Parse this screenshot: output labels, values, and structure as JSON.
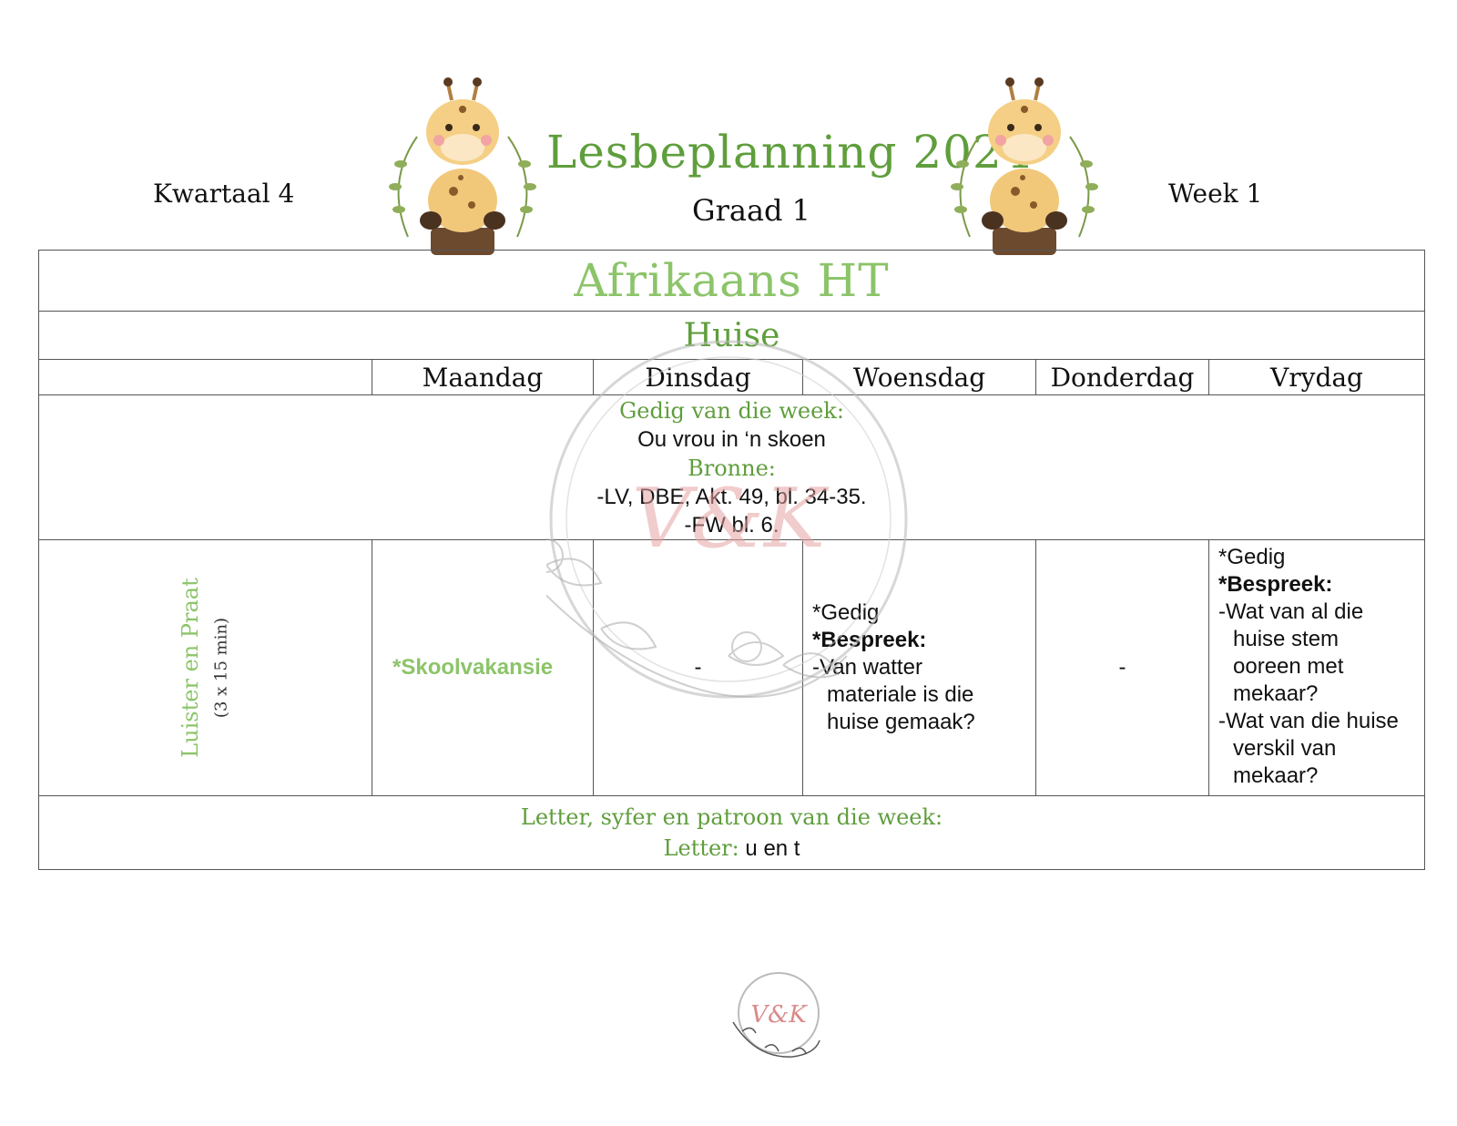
{
  "header": {
    "kwartaal": "Kwartaal 4",
    "title": "Lesbeplanning 2024",
    "graad": "Graad 1",
    "week": "Week 1"
  },
  "subject": "Afrikaans HT",
  "theme": "Huise",
  "days": [
    "Maandag",
    "Dinsdag",
    "Woensdag",
    "Donderdag",
    "Vrydag"
  ],
  "poem": {
    "label": "Gedig van die week:",
    "title": "Ou vrou in ‘n skoen",
    "sources_label": "Bronne:",
    "sources": [
      "-LV, DBE, Akt. 49, bl. 34-35.",
      "-FW bl. 6."
    ]
  },
  "luister_praat": {
    "label": "Luister en Praat",
    "duration": "(3 x 15 min)",
    "maandag": "*Skoolvakansie",
    "dinsdag": "-",
    "woensdag": {
      "line1": "*Gedig",
      "line2": "*Bespreek:",
      "line3": "-Van watter",
      "line4": "materiale is die",
      "line5": "huise gemaak?"
    },
    "donderdag": "-",
    "vrydag": {
      "line1": "*Gedig",
      "line2": "*Bespreek:",
      "line3": "-Wat van al die",
      "line4": "huise stem",
      "line5": "ooreen met",
      "line6": "mekaar?",
      "line7": "-Wat van die huise",
      "line8": "verskil van",
      "line9": "mekaar?"
    }
  },
  "letter_section": {
    "title": "Letter, syfer en patroon van die week:",
    "letter_label": "Letter:",
    "letter_value": "u en t"
  },
  "watermark": {
    "monogram": "V&K"
  },
  "colors": {
    "green": "#5f9e3c",
    "light_green": "#8cc46a",
    "monogram_pink": "#e7a3a3"
  }
}
